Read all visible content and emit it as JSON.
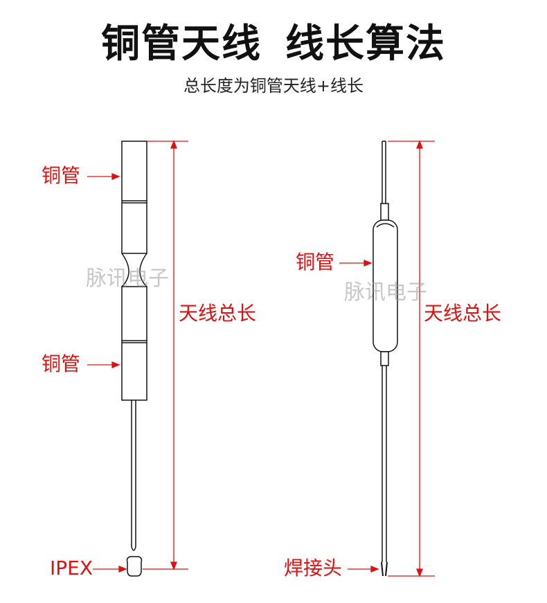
{
  "title": {
    "part1": "铜管天线",
    "part2": "线长算法"
  },
  "subtitle": "总长度为铜管天线+线长",
  "left_antenna": {
    "tube_label_top": "铜管",
    "tube_label_bottom": "铜管",
    "total_length_label": "天线总长",
    "connector_label": "IPEX"
  },
  "right_antenna": {
    "tube_label": "铜管",
    "total_length_label": "天线总长",
    "connector_label": "焊接头"
  },
  "watermark": "脉讯电子",
  "colors": {
    "annotation": "#e01010",
    "outline": "#111111",
    "text": "#111111"
  }
}
